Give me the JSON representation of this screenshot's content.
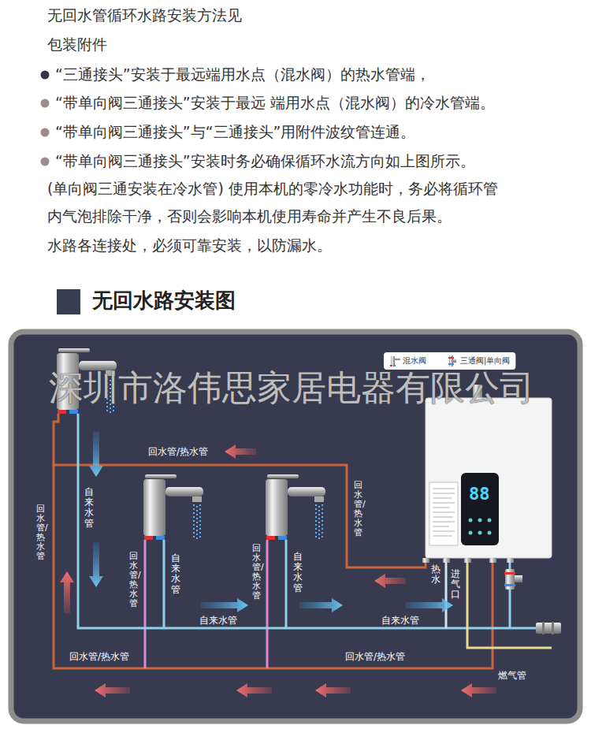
{
  "diagram": {
    "title": "无回水路安装图",
    "labels": [
      "无回水管循环水路安装方法见",
      "包装附件",
      "“三通接头”安装于最远端用水点（混水阀）的热水管端，",
      "“带单向阀三通接头”安装于最远 端用水点（混水阀）的冷水管端。",
      "“带单向阀三通接头”与“三通接头”用附件波纹管连通。",
      "“带单向阀三通接头”安装时务必确保循环水流方向如上图所示。",
      "(单向阀三通安装在冷水管) 使用本机的零冷水功能时，务必将循环管",
      "内气泡排除干净，否则会影响本机使用寿命并产生不良后果。",
      "水路各连接处，必须可靠安装，以防漏水。",
      "深圳市洛伟思家居电器有限公司",
      "88",
      "回水管/热水管",
      "回水管/热水管",
      "自来水管",
      "回水管/热水管",
      "回水管/热水管",
      "自来水管",
      "回水管/热水管",
      "自来水管",
      "热水",
      "进气口",
      "自来水管",
      "自来水管",
      "回水管/热水管",
      "回水管/热水管",
      "燃气管"
    ],
    "legend": [
      {
        "text": "混水阀"
      },
      {
        "text": "三通阀|单向阀"
      }
    ]
  }
}
